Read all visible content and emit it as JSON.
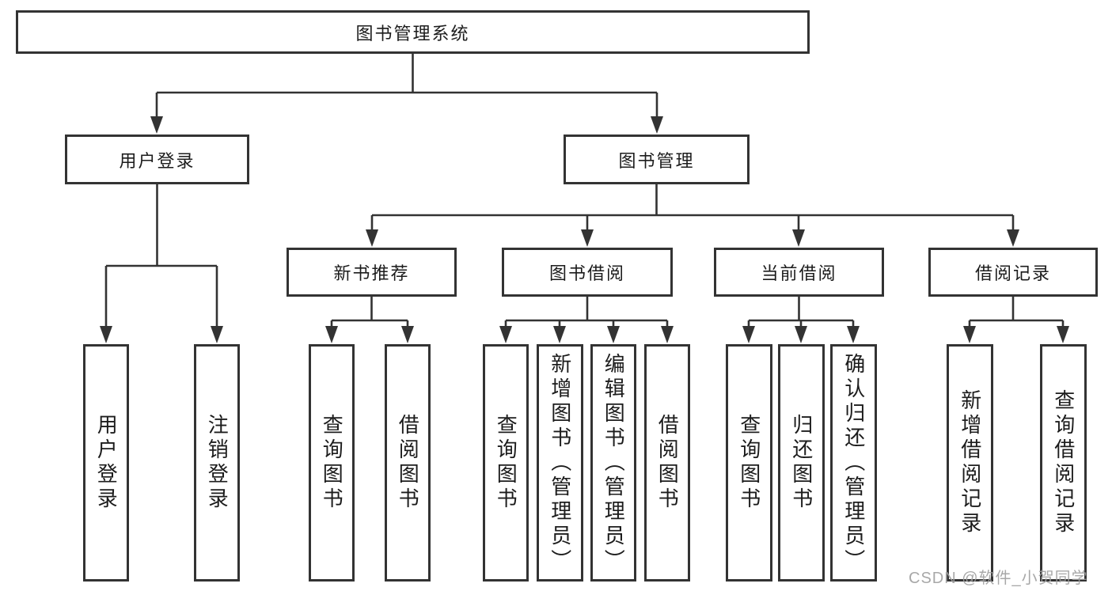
{
  "diagram": {
    "title": "图书管理系统",
    "root": {
      "label": "图书管理系统"
    },
    "branches": [
      {
        "label": "用户登录",
        "children": [
          "用户登录",
          "注销登录"
        ]
      },
      {
        "label": "图书管理",
        "sections": [
          {
            "label": "新书推荐",
            "children": [
              "查询图书",
              "借阅图书"
            ]
          },
          {
            "label": "图书借阅",
            "children": [
              "查询图书",
              "新增图书（管理员）",
              "编辑图书（管理员）",
              "借阅图书"
            ]
          },
          {
            "label": "当前借阅",
            "children": [
              "查询图书",
              "归还图书",
              "确认归还（管理员）"
            ]
          },
          {
            "label": "借阅记录",
            "children": [
              "新增借阅记录",
              "查询借阅记录"
            ]
          }
        ]
      }
    ]
  },
  "watermark": {
    "text": "CSDN @软件_小贺同学"
  },
  "colors": {
    "line": "#333333",
    "box_border": "#333333",
    "text": "#1c1c1c",
    "background": "#ffffff",
    "watermark": "#9e9e9e"
  }
}
